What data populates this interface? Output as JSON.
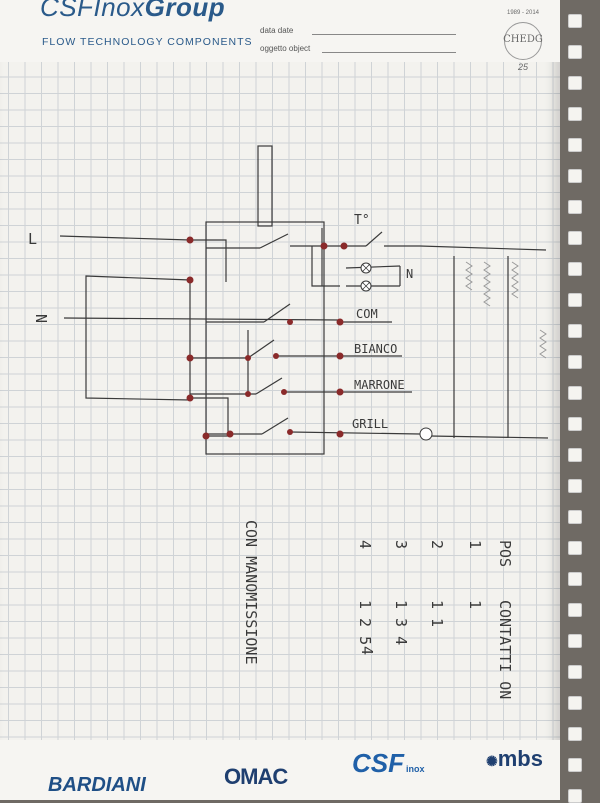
{
  "header": {
    "brand_light": "CSFInox",
    "brand_bold": "Group",
    "tagline": "FLOW TECHNOLOGY COMPONENTS",
    "date_label": "data date",
    "object_label": "oggetto object",
    "anniversary_years": "1989 - 2014",
    "anniversary_mark": "CHEDG",
    "anniversary_number": "25"
  },
  "diagram": {
    "supply_line_label": "L",
    "neutral_label": "N",
    "thermostat_label": "T°",
    "neutral_right_label": "N",
    "wire_labels": [
      "COM",
      "BIANCO",
      "MARRONE",
      "GRILL"
    ],
    "side_note": "CON MANOMISSIONE"
  },
  "table": {
    "columns": [
      "POS",
      "CONTATTI ON"
    ],
    "rows": [
      {
        "pos": "1",
        "contacts": "1"
      },
      {
        "pos": "2",
        "contacts": "1 1"
      },
      {
        "pos": "3",
        "contacts": "1 3 4"
      },
      {
        "pos": "4",
        "contacts": "1 2 5"
      }
    ],
    "extra": "4"
  },
  "footer": {
    "logo_1": "BARDIANI",
    "logo_2": "OMAC",
    "logo_3": "CSF",
    "logo_3_sub": "inox",
    "logo_4": "mbs"
  },
  "colors": {
    "ink": "#3a3a3a",
    "brand_blue": "#2a5a8a",
    "red_ink": "#8a2a2a"
  }
}
